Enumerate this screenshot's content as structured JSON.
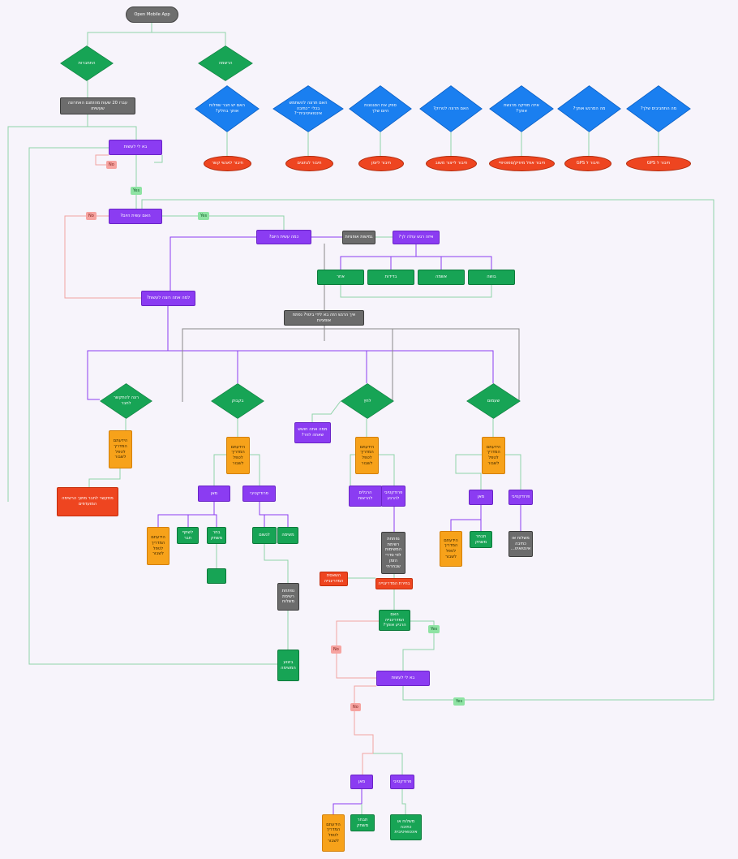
{
  "colors": {
    "background": "#f7f4fb",
    "green": "#17a455",
    "purple": "#8b3cf2",
    "orange": "#f7a21a",
    "gray": "#6c6c6c",
    "red": "#ee4520",
    "blue": "#1a7ff0",
    "edge_green": "#8fd3a8",
    "edge_purple": "#8b3cf2",
    "edge_gray": "#888888",
    "edge_red": "#f0a4a0"
  },
  "nodes": {
    "start": "Open Mobile App",
    "d_login": "התחברות",
    "d_register": "הרשמה",
    "r_20min": "עברו 20 שעות מהזמנם האחרונה שעשיתו",
    "q_friends": "האם יש חבר שפלות אותך בחלק?",
    "q_auto": "האם תרצה להשתמש בכלי ״כתיבה אינטואיטיבית״?",
    "q_style": "ספק את הסגנונות היום שלך",
    "q_plan": "האם תרצה לטרוק?",
    "q_music": "איזה מוזיקה מרגשת אותך?",
    "q_like": "מה המרגש אותך?",
    "q_pref": "מה התחביבים שלך?",
    "e1": "חיבור לאנשי קשר",
    "e2": "חיבור לנתונים",
    "e3": "חיבור ליומן",
    "e4": "חיבור לייצור משוב",
    "e5": "חיבור אפל מיוזיק/ספוטיפיי",
    "e6": "חיבור ל GPS",
    "e7": "חיבור ל GPS",
    "p_come": "בא לי לעשות",
    "p_did": "האם עשית היום?",
    "p_howmuch": "כמה עשית היום?",
    "g_options": "גמישות אופציות",
    "p_what": "איזה רגש עולה לך?",
    "g_other": "אחר",
    "g_bored": "בדידות",
    "g_guilt": "אשמה",
    "g_shame": "בושה",
    "p_why": "למה אתה רוצה לעשות?",
    "gr_mid": "איך הרגש הזה בא לידי ביטוי? נפתח אופציות",
    "d1": "רצה להתקשר לחבר",
    "d2": "בקבוק",
    "d3": "לחץ",
    "d4": "שעמום",
    "p_love": "ממה אתה חושש שאתה לוזר?",
    "o_a": "הידעתם המדריך לטפל לשבור",
    "o_b": "הידעתם המדריך לטפל לשבור",
    "o_c": "הידעתם המדריך לטפל לשבור",
    "o_d": "הידעתם המדריך לטפל לשבור",
    "red_call": "מתקשר לחבר מתוך הרשימה המועדפים",
    "p_mine1": "מאן",
    "p_prod1": "פרודקטיבי",
    "p_time": "הרגלים להראות",
    "p_prod2": "פרודקטיבי להרגע",
    "p_mine2": "מאן",
    "p_prod3": "פרודקטיבי",
    "o_e": "הידעתם המדריך לטפל לשבור",
    "g_friend": "לשתף חבר",
    "g_game": "בחר משחק",
    "g_empty": "",
    "g_walk": "לנשום",
    "g_task": "משימה",
    "gr_list2": "נפתחת רשימת משלוח",
    "gr_list1": "נפתחת רשימת המשימות לפי סדרי הזמן שבחרתי",
    "g_done": "ביצוע המשימה",
    "g_games2": "תבחר משחק",
    "gr_auto1": "משלוח או כתיבה אינטואיט...",
    "o_f": "הידעתם המדריך לטפל לשבור",
    "red_nothing": "השאסת המדריגנייה",
    "red_check": "בחירת המדריגנייה",
    "g_succeed": "האם המדריגנייה הרגיע אותך?",
    "p_come2": "בא לי לעשות",
    "p_mine3": "מאן",
    "p_prod4": "פרודקטיבי",
    "o_g": "הידעתם המדריך לטפל לשבור",
    "g_games3": "תבחר משחק",
    "g_auto2": "משלוח או כתיבה אינטואיטיבית"
  },
  "badges": {
    "yes": "Yes",
    "no": "No"
  }
}
